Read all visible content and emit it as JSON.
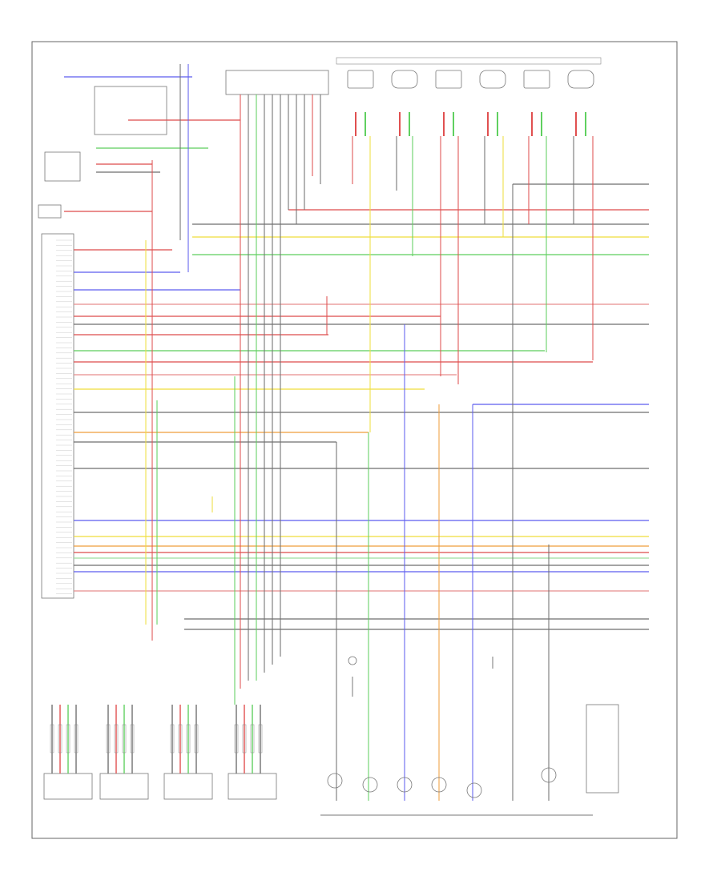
{
  "diagram": {
    "frame_label": "",
    "wires": [
      {
        "name": "wire-red-1",
        "color": "#e05050"
      },
      {
        "name": "wire-yellow-1",
        "color": "#f0e040"
      },
      {
        "name": "wire-green-1",
        "color": "#60d060"
      },
      {
        "name": "wire-blue-1",
        "color": "#6060f0"
      },
      {
        "name": "wire-gray-1",
        "color": "#707070"
      },
      {
        "name": "wire-orange-1",
        "color": "#f0a040"
      }
    ],
    "sensor_boxes": [
      "",
      "",
      "",
      ""
    ],
    "gauges": [
      "",
      "",
      "",
      "",
      "",
      ""
    ],
    "connector_pin_count": 70
  }
}
